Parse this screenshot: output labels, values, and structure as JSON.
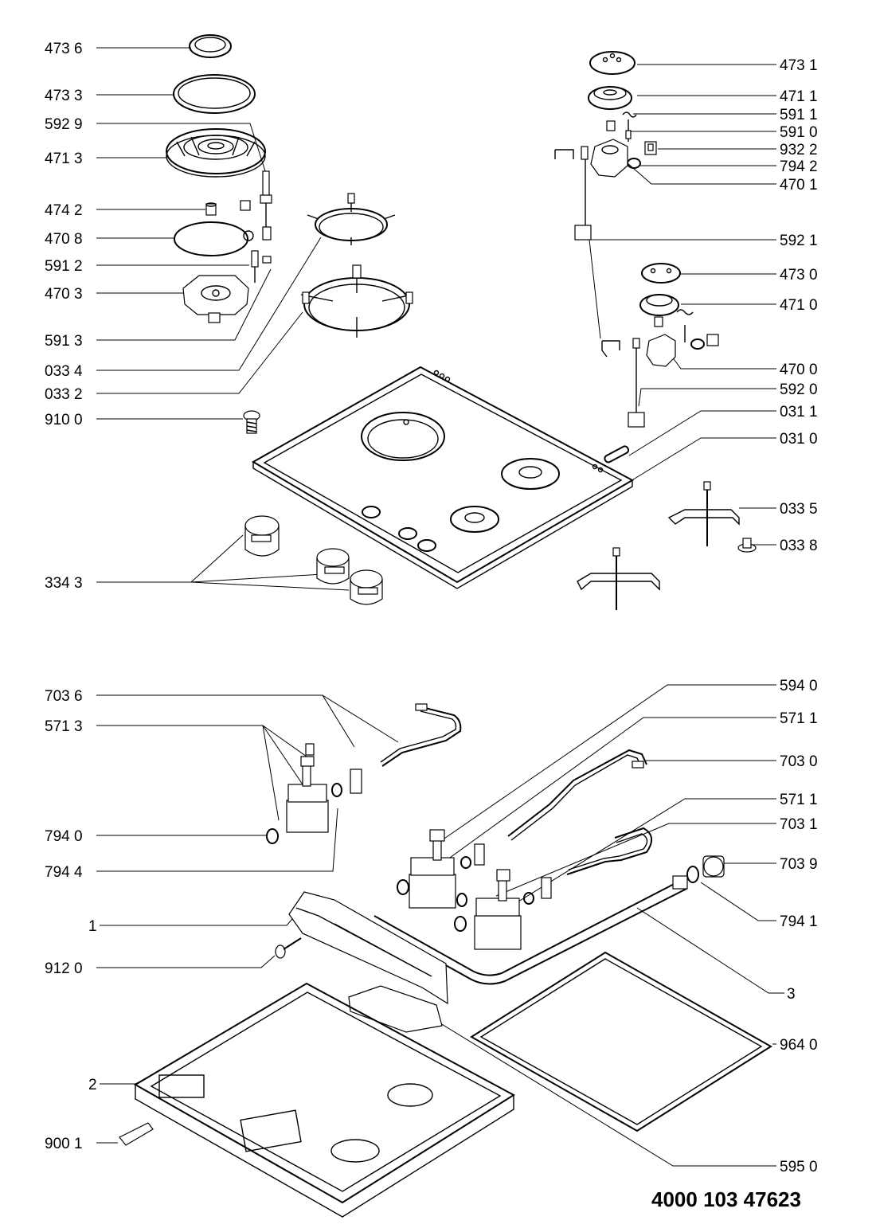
{
  "reference_number": "4000 103 47623",
  "labels": {
    "l4736": "473 6",
    "l4733": "473 3",
    "l5929": "592 9",
    "l4713": "471 3",
    "l4742": "474 2",
    "l4708": "470 8",
    "l5912": "591 2",
    "l4703": "470 3",
    "l5913": "591 3",
    "l0334": "033 4",
    "l0332": "033 2",
    "l9100": "910 0",
    "l3343": "334 3",
    "l4731": "473 1",
    "l4711": "471 1",
    "l5911": "591 1",
    "l5910": "591 0",
    "l9322": "932 2",
    "l7942": "794 2",
    "l4701": "470 1",
    "l5921": "592 1",
    "l4730": "473 0",
    "l4710": "471 0",
    "l4700": "470 0",
    "l5920": "592 0",
    "l0311": "031 1",
    "l0310": "031 0",
    "l0335": "033 5",
    "l0338": "033 8",
    "l7036": "703 6",
    "l5713": "571 3",
    "l7940": "794 0",
    "l7944": "794 4",
    "l1": "1",
    "l9120": "912 0",
    "l2": "2",
    "l9001": "900 1",
    "l5940": "594 0",
    "l5711a": "571 1",
    "l7030": "703 0",
    "l5711b": "571 1",
    "l7031": "703 1",
    "l7039": "703 9",
    "l7941": "794 1",
    "l3": "3",
    "l9640": "964 0",
    "l5950": "595 0"
  }
}
